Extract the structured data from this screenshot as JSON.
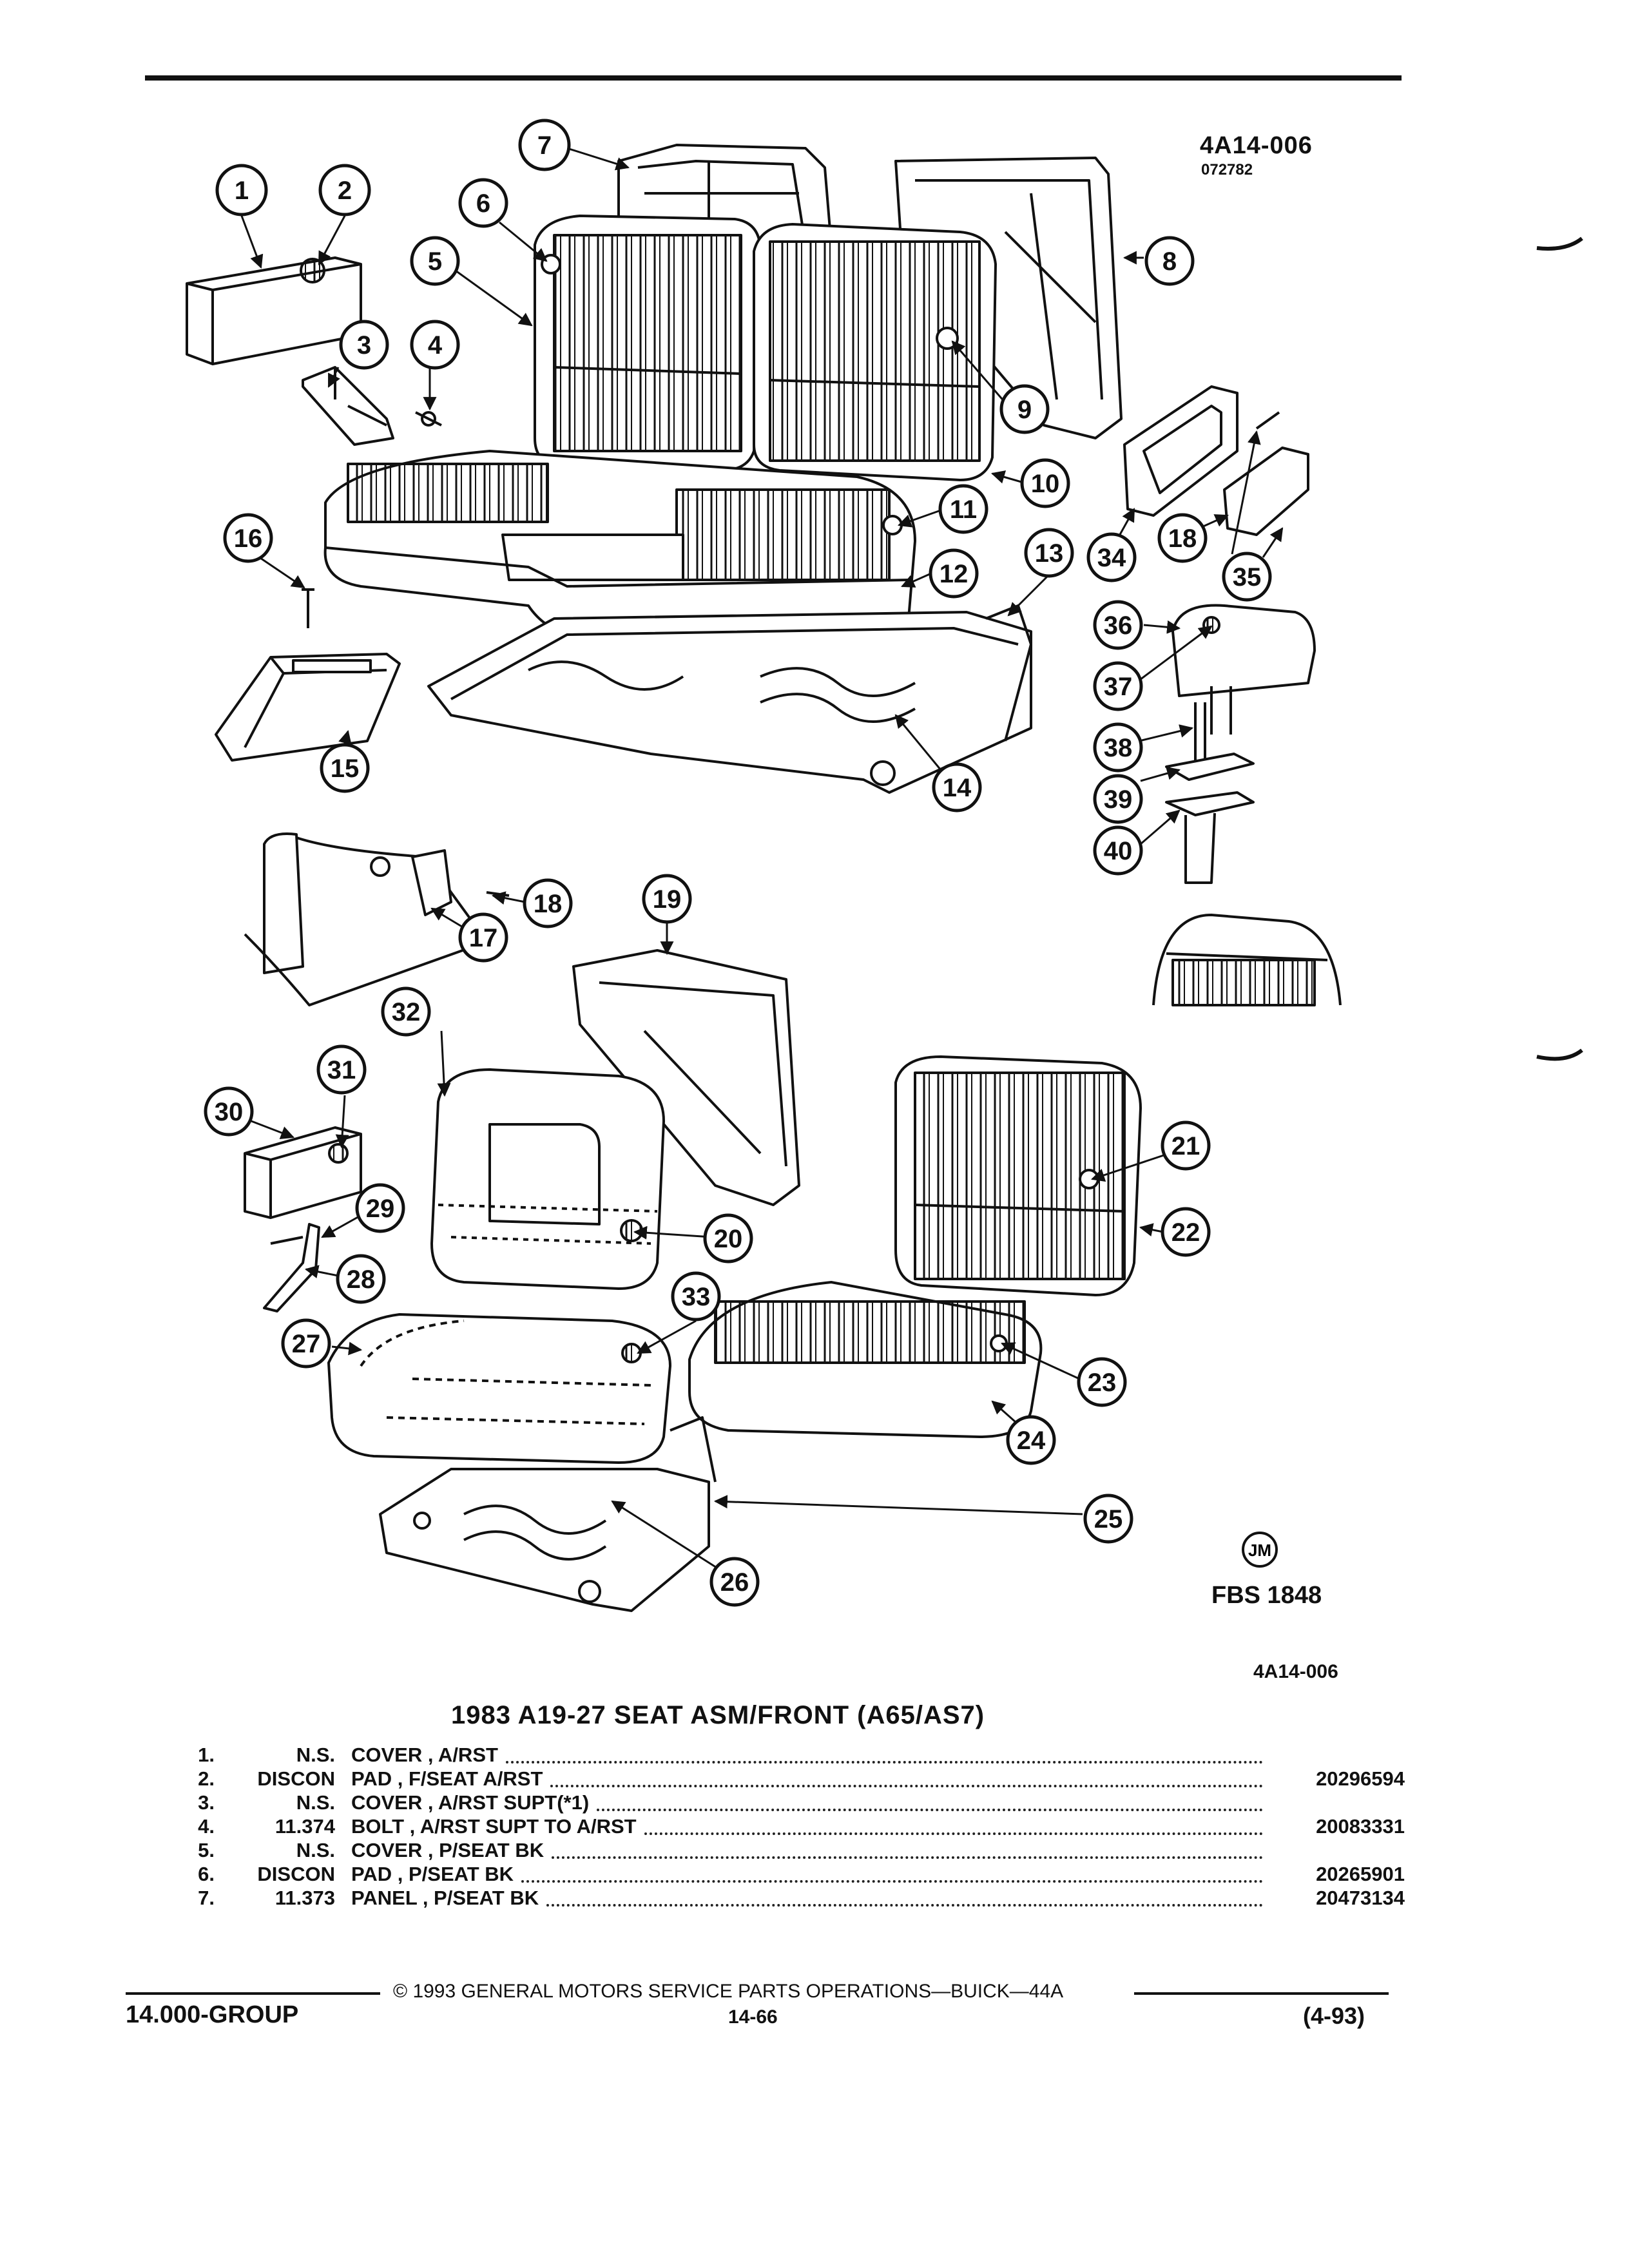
{
  "figure": {
    "ref": "4A14-006",
    "date": "072782",
    "fbs_mark": "JM",
    "fbs": "FBS 1848",
    "ref_below": "4A14-006",
    "callouts": [
      "1",
      "2",
      "3",
      "4",
      "5",
      "6",
      "7",
      "8",
      "9",
      "10",
      "11",
      "12",
      "13",
      "14",
      "15",
      "16",
      "17",
      "18",
      "18",
      "19",
      "20",
      "21",
      "22",
      "23",
      "24",
      "25",
      "26",
      "27",
      "28",
      "29",
      "30",
      "31",
      "32",
      "33",
      "34",
      "35",
      "36",
      "37",
      "38",
      "39",
      "40"
    ]
  },
  "table": {
    "title": "1983 A19-27 SEAT ASM/FRONT (A65/AS7)",
    "rows": [
      {
        "num": "1.",
        "code": "N.S.",
        "desc": "COVER , A/RST",
        "part": ""
      },
      {
        "num": "2.",
        "code": "DISCON",
        "desc": "PAD , F/SEAT A/RST",
        "part": "20296594"
      },
      {
        "num": "3.",
        "code": "N.S.",
        "desc": "COVER , A/RST SUPT(*1)",
        "part": ""
      },
      {
        "num": "4.",
        "code": "11.374",
        "desc": "BOLT , A/RST SUPT TO A/RST",
        "part": "20083331"
      },
      {
        "num": "5.",
        "code": "N.S.",
        "desc": "COVER , P/SEAT BK",
        "part": ""
      },
      {
        "num": "6.",
        "code": "DISCON",
        "desc": "PAD , P/SEAT BK",
        "part": "20265901"
      },
      {
        "num": "7.",
        "code": "11.373",
        "desc": "PANEL , P/SEAT BK",
        "part": "20473134"
      }
    ]
  },
  "footer": {
    "copyright": "© 1993 GENERAL MOTORS SERVICE PARTS OPERATIONS—BUICK—44A",
    "group": "14.000-GROUP",
    "page": "14-66",
    "date": "(4-93)"
  }
}
